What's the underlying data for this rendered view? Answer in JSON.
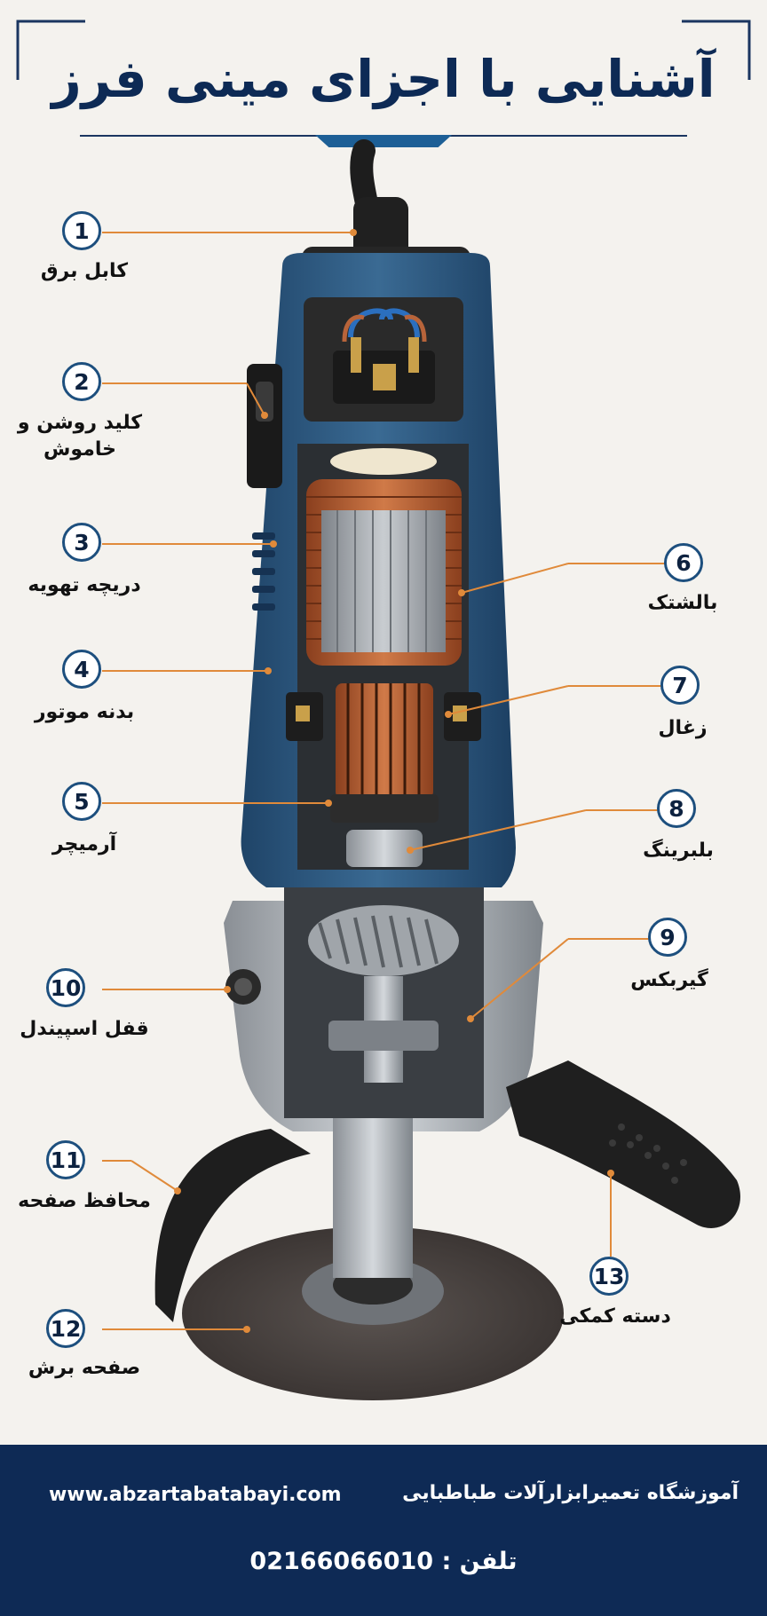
{
  "title": "آشنایی با اجزای مینی فرز",
  "colors": {
    "navy": "#0e2a55",
    "accent_line": "#e08a3a",
    "body_blue": "#2f5a82",
    "copper": "#b8643a",
    "metal": "#a8adb2"
  },
  "parts": [
    {
      "number": "1",
      "name": "کابل برق"
    },
    {
      "number": "2",
      "name": "کلید روشن و خاموش"
    },
    {
      "number": "3",
      "name": "دریچه تهویه"
    },
    {
      "number": "4",
      "name": "بدنه موتور"
    },
    {
      "number": "5",
      "name": "آرمیچر"
    },
    {
      "number": "6",
      "name": "بالشتک"
    },
    {
      "number": "7",
      "name": "زغال"
    },
    {
      "number": "8",
      "name": "بلبرینگ"
    },
    {
      "number": "9",
      "name": "گیربکس"
    },
    {
      "number": "10",
      "name": "قفل اسپیندل"
    },
    {
      "number": "11",
      "name": "محافظ صفحه"
    },
    {
      "number": "12",
      "name": "صفحه برش"
    },
    {
      "number": "13",
      "name": "دسته کمکی"
    }
  ],
  "footer": {
    "brand": "آموزشگاه تعمیرابزارآلات طباطبایی",
    "url": "www.abzartabatabayi.com",
    "phone": "تلفن : 02166066010"
  }
}
